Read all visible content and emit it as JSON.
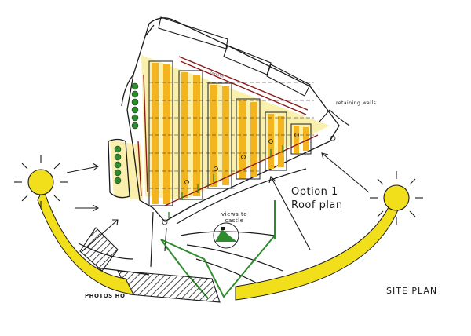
{
  "annotations": {
    "option_line1": "Option 1",
    "option_line2": "Roof plan",
    "site_plan": "SITE PLAN",
    "retaining_walls": "retaining walls",
    "views_line1": "views to",
    "views_line2": "castle",
    "photos_hq": "PHOTOS HQ",
    "terrace": "terrace"
  },
  "colors": {
    "sun": "#f2df1c",
    "roof_stripe": "#f3b51f",
    "planting": "#2e8b2e",
    "ink": "#1a1a1a",
    "wall_red": "#8b1a1a"
  }
}
